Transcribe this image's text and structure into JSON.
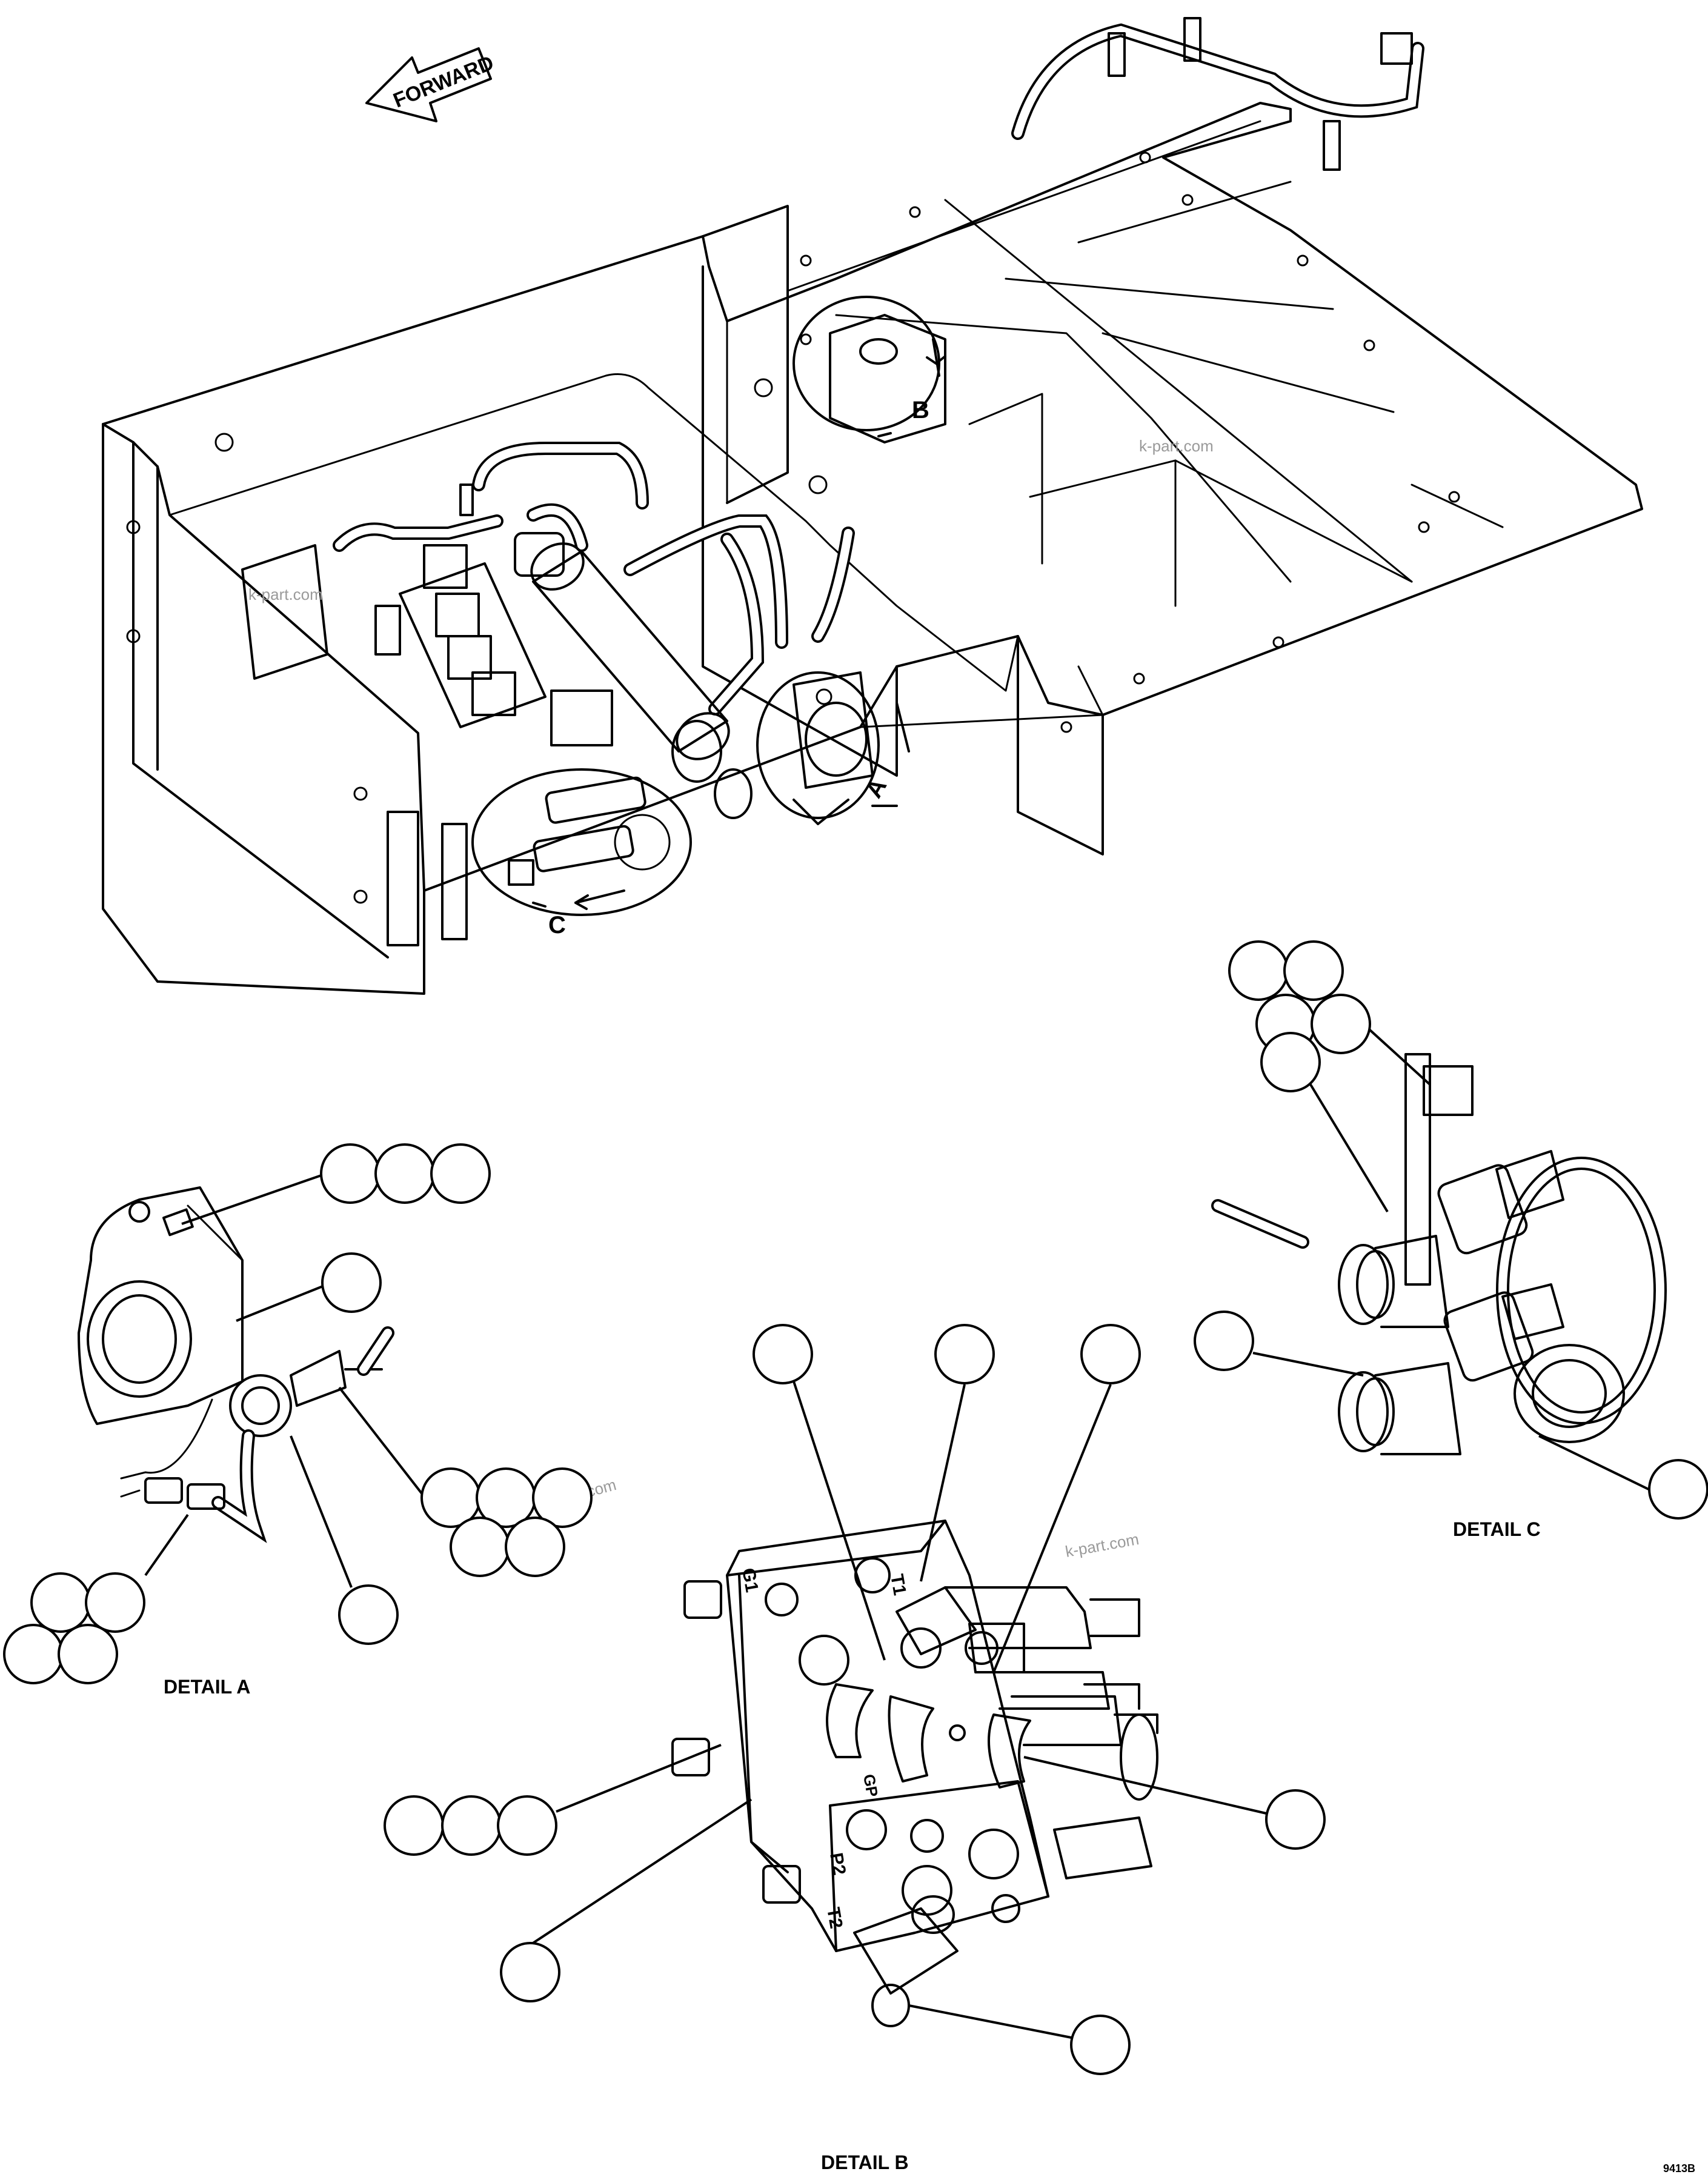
{
  "direction_label": "FORWARD",
  "callouts": {
    "a": "A",
    "b": "B",
    "c": "C"
  },
  "detail_titles": {
    "a": "DETAIL A",
    "b": "DETAIL B",
    "c": "DETAIL C"
  },
  "port_labels": {
    "t1": "T1",
    "g1": "G1",
    "p2": "P2",
    "t2": "T2",
    "gp": "GP"
  },
  "watermark": "k-part.com",
  "figure_number": "9413B"
}
